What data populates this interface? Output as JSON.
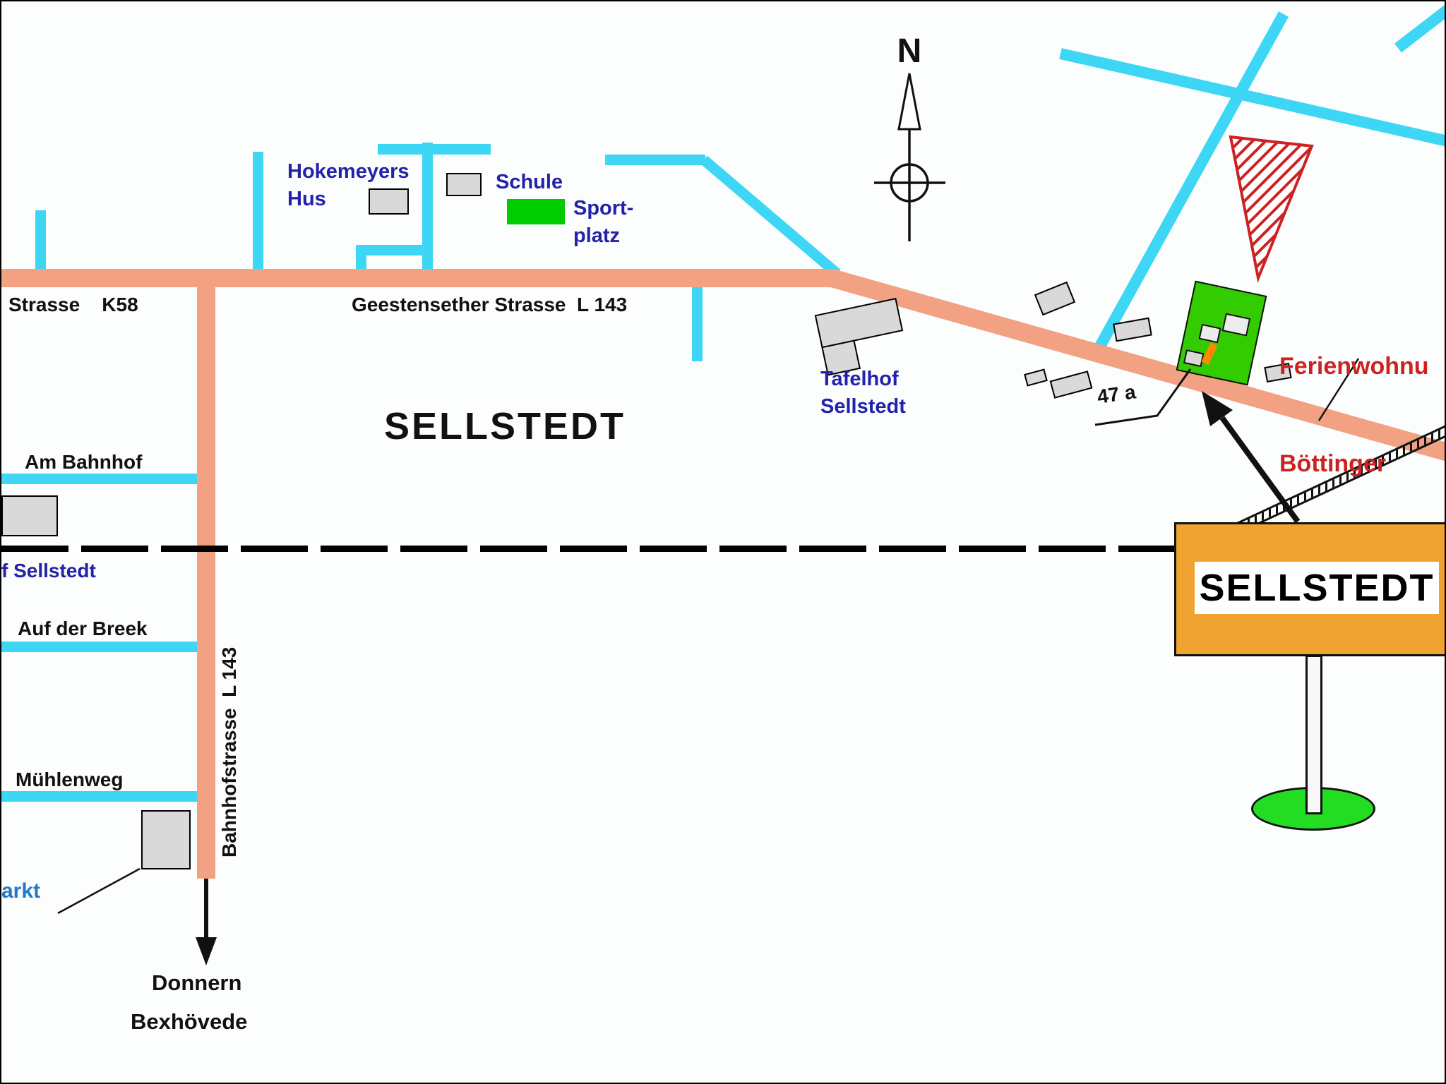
{
  "map": {
    "region_label": "SELLSTEDT",
    "compass": {
      "north_label": "N"
    },
    "town_sign": {
      "text": "SELLSTEDT"
    },
    "roads": {
      "k58": "Strasse    K58",
      "geestensether": "Geestensether Strasse  L 143",
      "bahnhofstrasse": "Bahnhofstrasse  L 143",
      "am_bahnhof": "Am Bahnhof",
      "auf_der_breek": "Auf der Breek",
      "muehlenweg": "Mühlenweg"
    },
    "places": {
      "hokemeyers_hus": "Hokemeyers\nHus",
      "schule": "Schule",
      "sportplatz": "Sport-\nplatz",
      "tafelhof": "Tafelhof\nSellstedt",
      "bahnhof_cutoff": "f Sellstedt",
      "markt_cutoff": "arkt",
      "house_number": "47 a"
    },
    "destination": {
      "line1": "Ferienwohnu",
      "line2": "Böttinger"
    },
    "south_directions": {
      "line1": "Donnern",
      "line2": "Bexhövede"
    },
    "colors": {
      "main_road": "#F2A183",
      "side_road": "#3DD6F5",
      "railway": "#000000",
      "place_label_blue": "#2222AA",
      "destination_red": "#CC2222",
      "town_sign_orange": "#F0A330",
      "sportplatz_green": "#00CC00",
      "property_green": "#33CC00",
      "sign_base_green": "#22DD22",
      "building_gray": "#D9D9D9"
    }
  }
}
